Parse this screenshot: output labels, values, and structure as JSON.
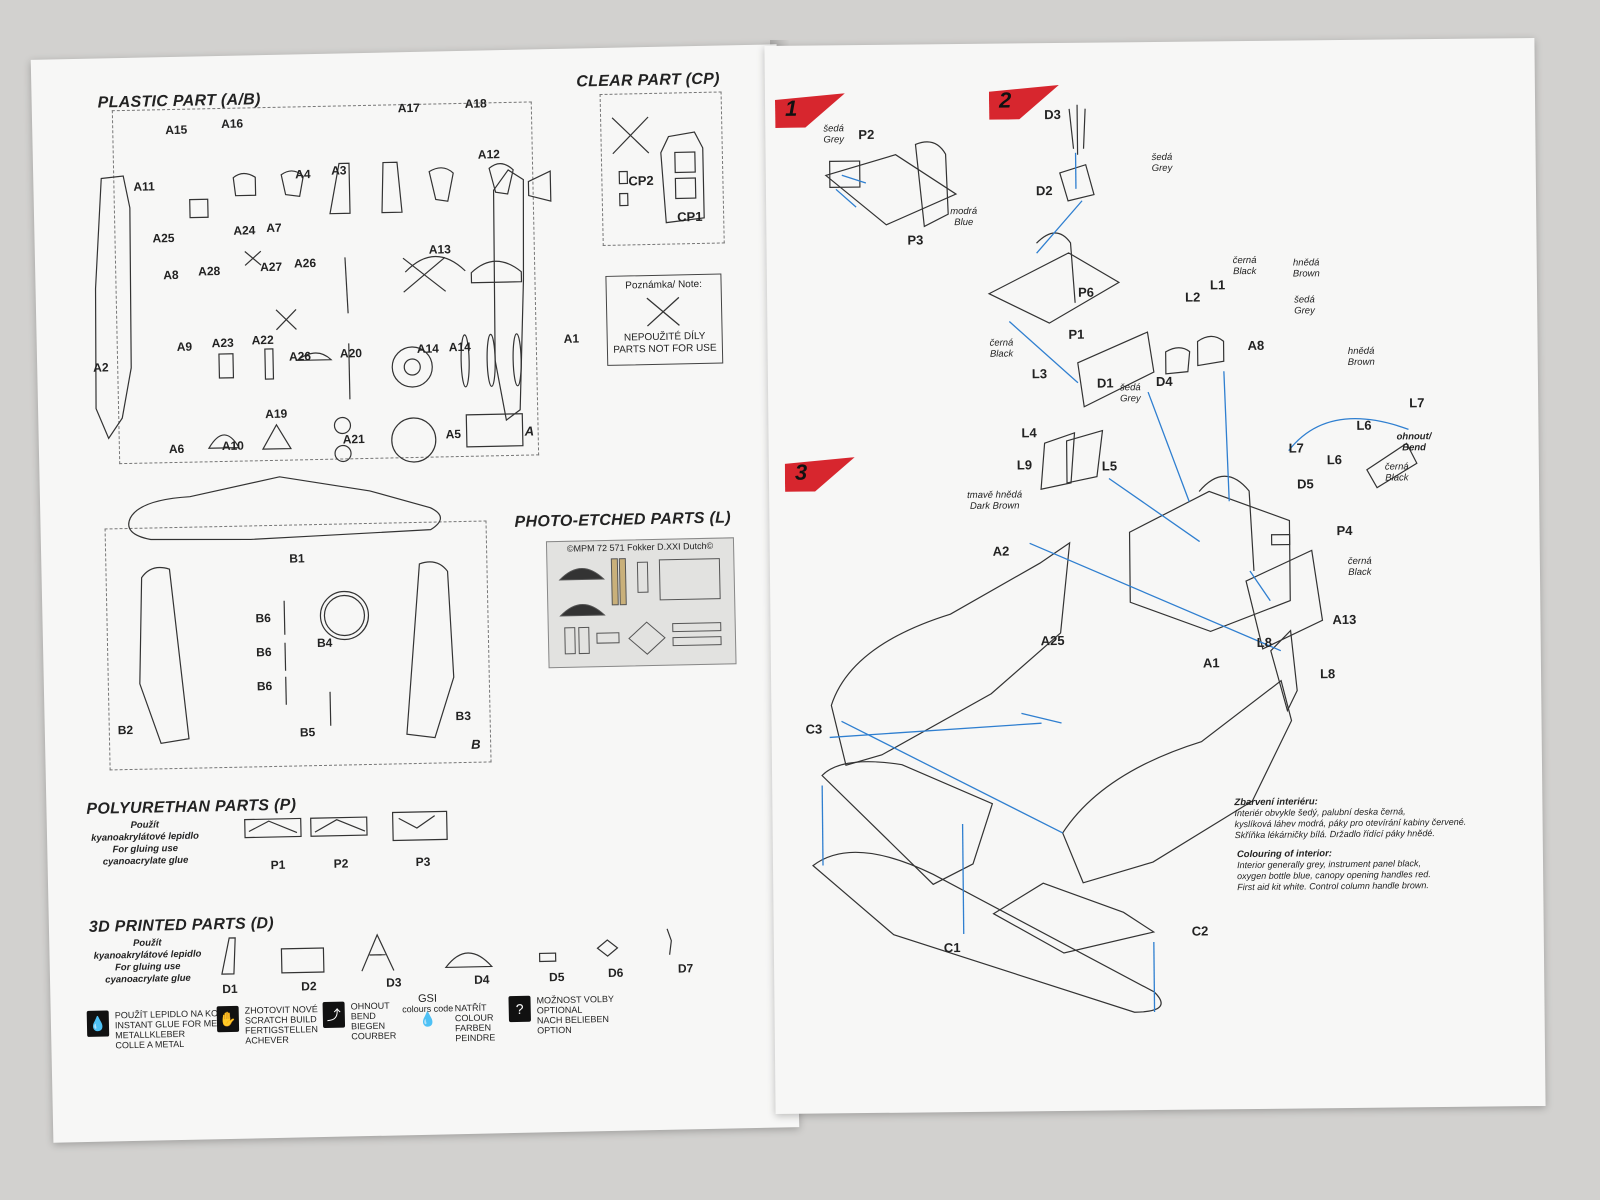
{
  "left": {
    "plastic_header": "PLASTIC PART (A/B)",
    "clear_header": "CLEAR PART (CP)",
    "note": {
      "title": "Poznámka/ Note:",
      "line1": "NEPOUŽITÉ DÍLY",
      "line2": "PARTS NOT FOR USE"
    },
    "sprue_a_letter": "A",
    "sprue_b_letter": "B",
    "sprue_a_labels": [
      "A15",
      "A16",
      "A17",
      "A18",
      "A11",
      "A4",
      "A3",
      "A12",
      "A25",
      "A24",
      "A7",
      "A13",
      "A8",
      "A28",
      "A27",
      "A26",
      "A2",
      "A9",
      "A23",
      "A22",
      "A26",
      "A20",
      "A14",
      "A14",
      "A1",
      "A6",
      "A10",
      "A19",
      "A21",
      "A5"
    ],
    "clear_labels": [
      "CP2",
      "CP1"
    ],
    "photo_header": "PHOTO-ETCHED PARTS (L)",
    "pe_fret_title": "©MPM 72 571 Fokker D.XXI Dutch©",
    "sprue_b_labels": [
      "B1",
      "B6",
      "B4",
      "B6",
      "B6",
      "B2",
      "B5",
      "B3"
    ],
    "poly_header": "POLYURETHAN PARTS (P)",
    "glue_cz_1": "Použít",
    "glue_cz_2": "kyanoakrylátové lepidlo",
    "glue_en_1": "For gluing use",
    "glue_en_2": "cyanoacrylate glue",
    "poly_labels": [
      "P1",
      "P2",
      "P3"
    ],
    "print_header": "3D PRINTED PARTS (D)",
    "print_labels": [
      "D1",
      "D2",
      "D3",
      "D4",
      "D5",
      "D6",
      "D7"
    ],
    "legend": [
      {
        "icon": "glue-drop-icon",
        "lines": [
          "POUŽÍT LEPIDLO NA KOV",
          "INSTANT GLUE FOR METAL",
          "METALLKLEBER",
          "COLLE A METAL"
        ]
      },
      {
        "icon": "scratch-build-icon",
        "lines": [
          "ZHOTOVIT NOVÉ",
          "SCRATCH BUILD",
          "FERTIGSTELLEN",
          "ACHEVER"
        ]
      },
      {
        "icon": "bend-icon",
        "lines": [
          "OHNOUT",
          "BEND",
          "BIEGEN",
          "COURBER"
        ]
      },
      {
        "icon": "paint-icon",
        "title": "GSI",
        "sub": "colours code",
        "lines": [
          "NATŘÍT",
          "COLOUR",
          "FARBEN",
          "PEINDRE"
        ]
      },
      {
        "icon": "option-icon",
        "lines": [
          "MOŽNOST VOLBY",
          "OPTIONAL",
          "NACH BELIEBEN",
          "OPTION"
        ]
      }
    ]
  },
  "right": {
    "steps": [
      "1",
      "2",
      "3"
    ],
    "colors": {
      "step_red": "#d7262e",
      "guide_blue": "#2f7fd0"
    },
    "step1": {
      "labels": [
        "P2",
        "P3"
      ],
      "callouts": [
        {
          "cz": "šedá",
          "en": "Grey"
        },
        {
          "cz": "modrá",
          "en": "Blue"
        }
      ]
    },
    "step2": {
      "labels": [
        "D3",
        "D2",
        "P6",
        "P1",
        "L2",
        "L1",
        "A8",
        "L3",
        "D1",
        "D4",
        "L4",
        "L9",
        "L5",
        "L7",
        "L6",
        "L7",
        "L6",
        "D5",
        "P4"
      ],
      "callouts": [
        {
          "cz": "šedá",
          "en": "Grey"
        },
        {
          "cz": "černá",
          "en": "Black"
        },
        {
          "cz": "hnědá",
          "en": "Brown"
        },
        {
          "cz": "šedá",
          "en": "Grey"
        },
        {
          "cz": "černá",
          "en": "Black"
        },
        {
          "cz": "šedá",
          "en": "Grey"
        },
        {
          "cz": "tmavě hnědá",
          "en": "Dark Brown"
        },
        {
          "cz": "hnědá",
          "en": "Brown"
        },
        {
          "cz": "ohnout/",
          "en": "Bend"
        },
        {
          "cz": "černá",
          "en": "Black"
        },
        {
          "cz": "černá",
          "en": "Black"
        }
      ]
    },
    "step3": {
      "labels": [
        "A2",
        "A25",
        "A13",
        "L8",
        "A1",
        "L8",
        "C3",
        "C1",
        "C2"
      ]
    },
    "interior_cz": {
      "title": "Zbarvení interiéru:",
      "lines": [
        "Interiér obvykle šedý, palubní deska černá,",
        "kyslíková láhev modrá, páky pro otevírání kabiny červené.",
        "Skříňka lékárničky bílá. Držadlo řídící páky hnědé."
      ]
    },
    "interior_en": {
      "title": "Colouring of interior:",
      "lines": [
        "Interior generally grey, instrument panel black,",
        "oxygen bottle blue, canopy opening handles red.",
        "First aid kit white. Control column handle brown."
      ]
    }
  }
}
